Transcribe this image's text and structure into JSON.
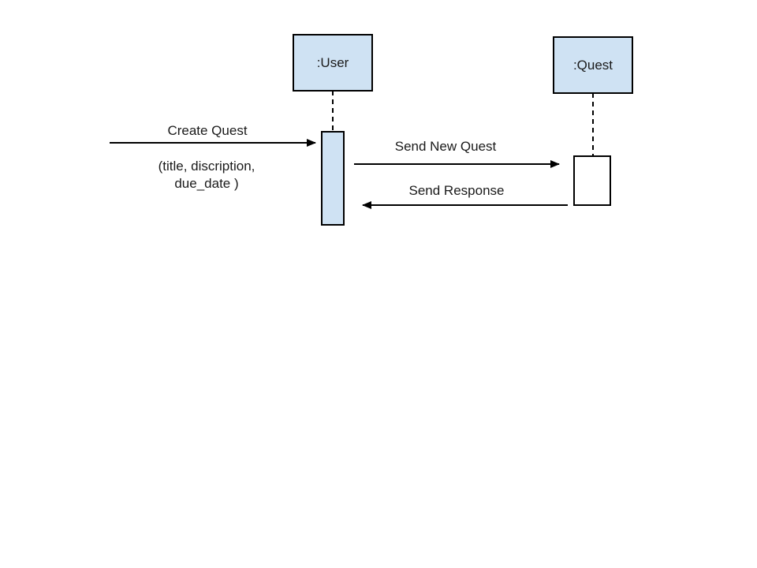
{
  "diagram": {
    "participants": [
      {
        "id": "user",
        "label": ":User",
        "fill": "#cfe2f3"
      },
      {
        "id": "quest",
        "label": ":Quest",
        "fill": "#cfe2f3"
      }
    ],
    "activations": [
      {
        "participant": "user",
        "fill": "#cfe2f3"
      },
      {
        "participant": "quest",
        "fill": "#ffffff"
      }
    ],
    "messages": [
      {
        "id": "create-quest",
        "label": "Create Quest",
        "params_line1": "(title, discription,",
        "params_line2": "due_date )"
      },
      {
        "id": "send-new-quest",
        "label": "Send New Quest"
      },
      {
        "id": "send-response",
        "label": "Send Response"
      }
    ]
  }
}
